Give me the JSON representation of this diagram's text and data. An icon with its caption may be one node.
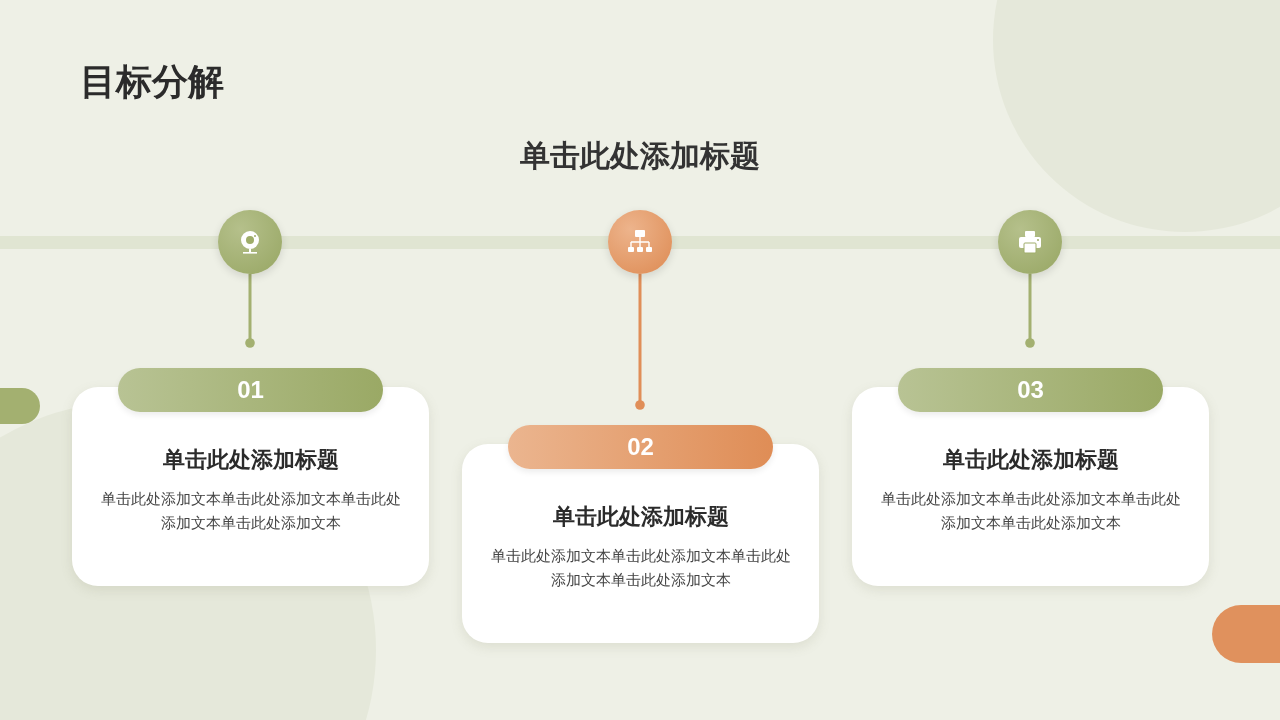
{
  "diagram": {
    "title": "目标分解",
    "nodes": [
      {
        "text": [],
        "shape": "circle"
      },
      {
        "text": [],
        "shape": "circle"
      },
      {
        "text": [],
        "shape": "circle"
      },
      {
        "text": [
          "01",
          "单击此处添加标题",
          "单击此处添加文本单击此处添加文本单击此处添加文本单击此处添加文本"
        ]
      },
      {
        "text": [
          "02",
          "单击此处添加标题",
          "单击此处添加文本单击此处添加文本单击此处添加文本单击此处添加文本"
        ]
      },
      {
        "text": [
          "03",
          "单击此处添加标题",
          "单击此处添加文本单击此处添加文本单击此处添加文本单击此处添加文本"
        ]
      }
    ],
    "edges": [
      {
        "from": 0,
        "to": 3,
        "arrow": "other"
      },
      {
        "from": 1,
        "to": 4,
        "arrow": "other",
        "color": "#e08e58"
      },
      {
        "from": 2,
        "to": 5,
        "arrow": "other"
      }
    ],
    "labels": [
      "单击此处添加标题"
    ]
  }
}
